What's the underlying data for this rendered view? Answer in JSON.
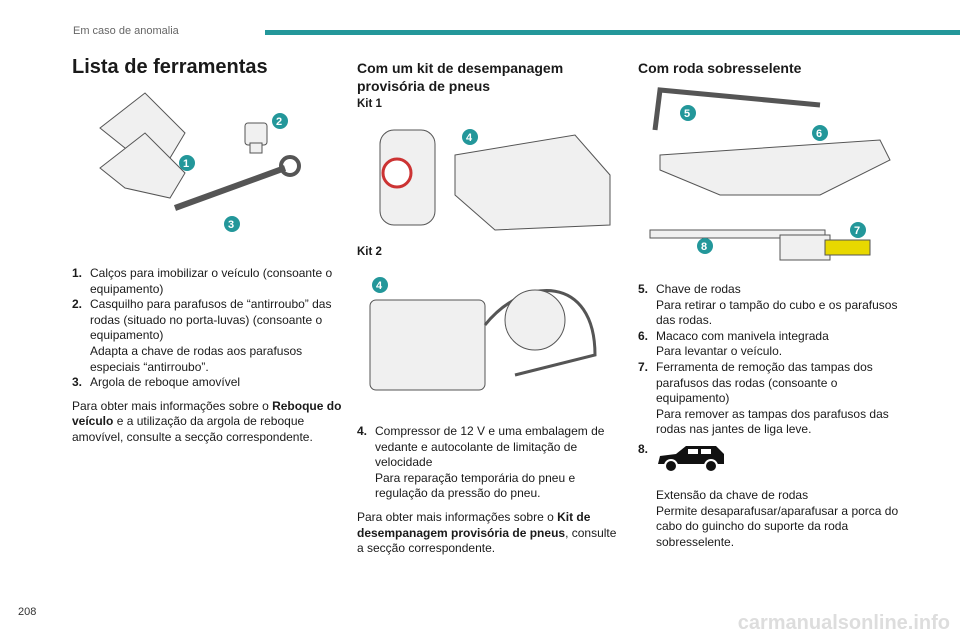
{
  "header": {
    "section": "Em caso de anomalia",
    "page_number": "208"
  },
  "col1": {
    "title": "Lista de ferramentas",
    "items": [
      {
        "num": "1.",
        "lines": [
          "Calços para imobilizar o veículo (consoante o equipamento)"
        ]
      },
      {
        "num": "2.",
        "lines": [
          "Casquilho para parafusos de “antirroubo” das rodas (situado no porta-luvas) (consoante o equipamento)",
          "Adapta a chave de rodas aos parafusos especiais “antirroubo”."
        ]
      },
      {
        "num": "3.",
        "lines": [
          "Argola de reboque amovível"
        ]
      }
    ],
    "para": {
      "a": "Para obter mais informações sobre o ",
      "b": "Reboque do veículo",
      "c": " e a utilização da argola de reboque amovível, consulte a secção correspondente."
    },
    "callouts": [
      "1",
      "2",
      "3"
    ]
  },
  "col2": {
    "title": "Com um kit de desempanagem provisória de pneus",
    "kit1": "Kit 1",
    "kit2": "Kit 2",
    "items": [
      {
        "num": "4.",
        "lines": [
          "Compressor de 12 V e uma embalagem de vedante e autocolante de limitação de velocidade",
          "Para reparação temporária do pneu e regulação da pressão do pneu."
        ]
      }
    ],
    "para": {
      "a": "Para obter mais informações sobre o ",
      "b": "Kit de desempanagem provisória de pneus",
      "c": ", consulte a secção correspondente."
    },
    "callouts": [
      "4",
      "4"
    ]
  },
  "col3": {
    "title": "Com roda sobresselente",
    "items": [
      {
        "num": "5.",
        "lines": [
          "Chave de rodas",
          "Para retirar o tampão do cubo e os parafusos das rodas."
        ]
      },
      {
        "num": "6.",
        "lines": [
          "Macaco com manivela integrada",
          "Para levantar o veículo."
        ]
      },
      {
        "num": "7.",
        "lines": [
          "Ferramenta de remoção das tampas dos parafusos das rodas (consoante o equipamento)",
          "Para remover as tampas dos parafusos das rodas nas jantes de liga leve."
        ]
      },
      {
        "num": "8.",
        "lines": [
          "Extensão da chave de rodas",
          "Permite desaparafusar/aparafusar a porca do cabo do guincho do suporte da roda sobresselente."
        ]
      }
    ],
    "callouts": [
      "5",
      "6",
      "7",
      "8"
    ]
  },
  "watermark": "carmanualsonline.info"
}
